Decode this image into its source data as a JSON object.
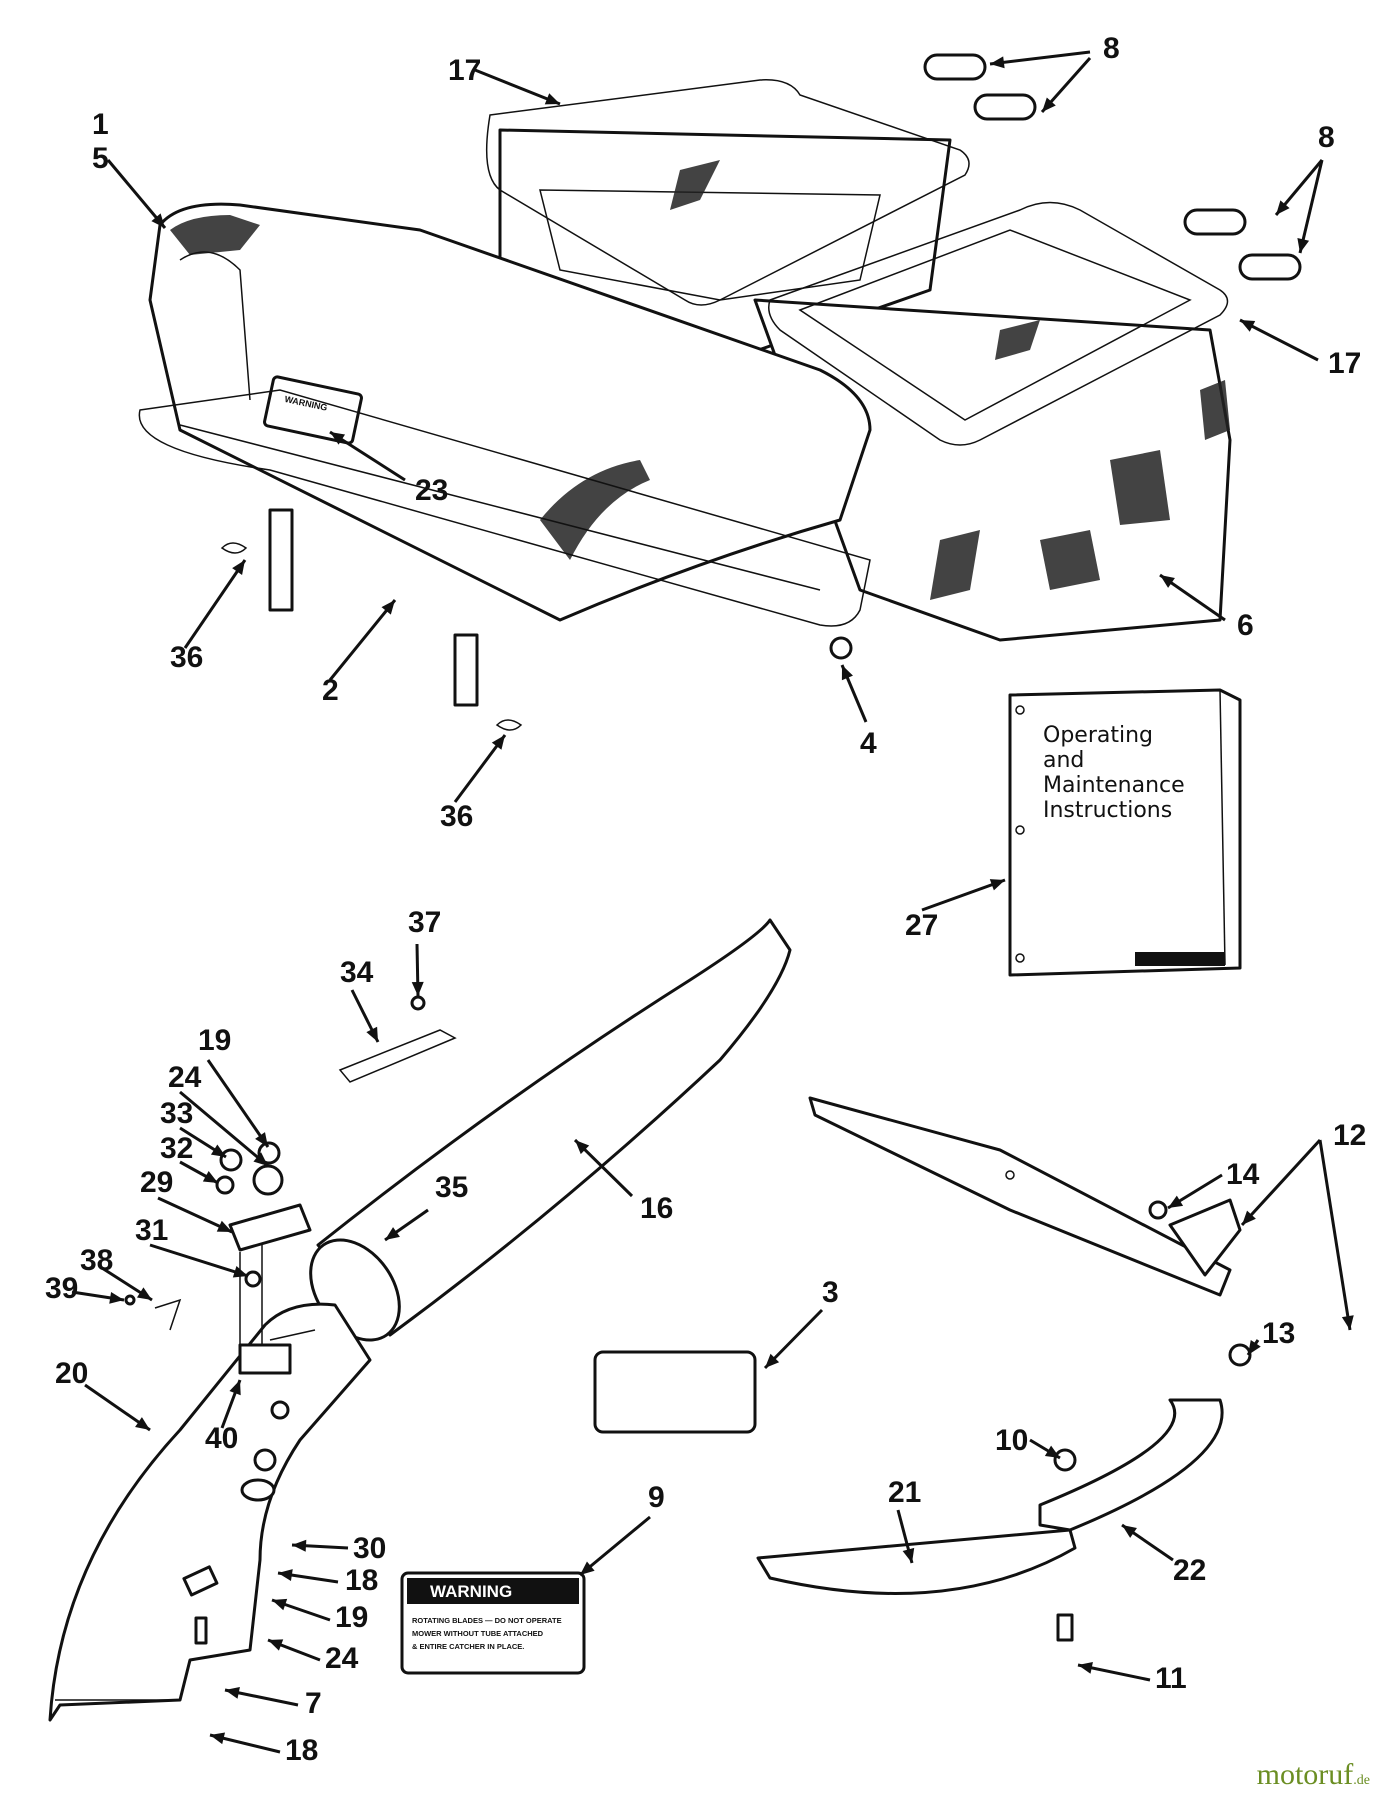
{
  "callouts": [
    "1",
    "5",
    "17",
    "8",
    "8",
    "17",
    "23",
    "6",
    "36",
    "2",
    "4",
    "36",
    "27",
    "37",
    "34",
    "19",
    "24",
    "33",
    "32",
    "29",
    "31",
    "38",
    "39",
    "35",
    "16",
    "12",
    "14",
    "13",
    "3",
    "20",
    "40",
    "10",
    "21",
    "22",
    "9",
    "30",
    "18",
    "19",
    "24",
    "7",
    "18",
    "11"
  ],
  "manual": {
    "title_lines": [
      "Operating",
      "and",
      "Maintenance",
      "Instructions"
    ]
  },
  "hood_decal": "WARNING",
  "warning_decal": {
    "heading": "WARNING",
    "lines": [
      "ROTATING BLADES — DO NOT OPERATE",
      "MOWER WITHOUT TUBE ATTACHED",
      "& ENTIRE CATCHER IN PLACE."
    ]
  },
  "watermark": {
    "name": "motoruf",
    "tld": ".de"
  }
}
